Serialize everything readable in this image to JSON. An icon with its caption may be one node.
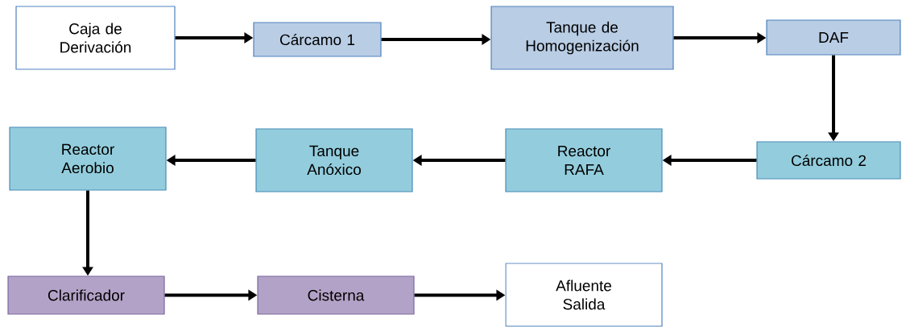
{
  "diagram": {
    "nodes": [
      {
        "text": [
          "Caja de Derivación"
        ]
      },
      {
        "text": [
          "Cárcamo 1"
        ]
      },
      {
        "text": [
          "Tanque de Homogenización"
        ]
      },
      {
        "text": [
          "DAF"
        ]
      },
      {
        "text": [
          "Cárcamo 2"
        ]
      },
      {
        "text": [
          "Reactor RAFA"
        ]
      },
      {
        "text": [
          "Tanque Anóxico"
        ]
      },
      {
        "text": [
          "Reactor Aerobio"
        ]
      },
      {
        "text": [
          "Clarificador"
        ]
      },
      {
        "text": [
          "Cisterna"
        ]
      },
      {
        "text": [
          "Afluente Salida"
        ]
      }
    ],
    "edges": [
      {
        "from": 0,
        "to": 1,
        "arrow": "to"
      },
      {
        "from": 1,
        "to": 2,
        "arrow": "to"
      },
      {
        "from": 2,
        "to": 3,
        "arrow": "to"
      },
      {
        "from": 3,
        "to": 4,
        "arrow": "to"
      },
      {
        "from": 4,
        "to": 5,
        "arrow": "to"
      },
      {
        "from": 5,
        "to": 6,
        "arrow": "to"
      },
      {
        "from": 6,
        "to": 7,
        "arrow": "to"
      },
      {
        "from": 7,
        "to": 8,
        "arrow": "to"
      },
      {
        "from": 8,
        "to": 9,
        "arrow": "to"
      },
      {
        "from": 9,
        "to": 10,
        "arrow": "to"
      }
    ]
  }
}
